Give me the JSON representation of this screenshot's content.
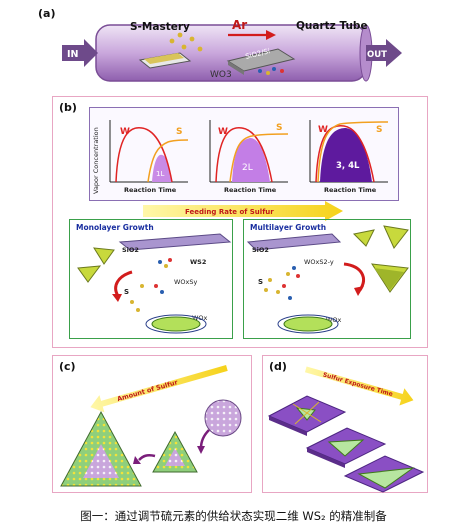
{
  "panel_a": {
    "label": "(a)",
    "source": "S-Mastery",
    "gas": "Ar",
    "substrate": "SiO2/Si",
    "precursor": "WO3",
    "tube": "Quartz Tube",
    "inlet": "IN",
    "outlet": "OUT"
  },
  "panel_b": {
    "label": "(b)",
    "y_axis_label": "Vapor Concentration",
    "x_axis_label": "Reaction Time",
    "curve_w": "W",
    "curve_s": "S",
    "layer_labels": [
      "1L",
      "2L",
      "3, 4L"
    ],
    "feeding_rate": "Feeding Rate of Sulfur",
    "monolayer_title": "Monolayer Growth",
    "multilayer_title": "Multilayer Growth",
    "mono_labels": {
      "sio2": "SiO2",
      "ws2": "WS2",
      "wosx": "WOxSy",
      "s": "S",
      "wox": "WOx"
    },
    "multi_labels": {
      "sio2": "SiO2",
      "wosx": "WOxS2-y",
      "s": "S",
      "wox": "WOx"
    }
  },
  "panel_c": {
    "label": "(c)",
    "arrow_text": "Amount of Sulfur"
  },
  "panel_d": {
    "label": "(d)",
    "arrow_text": "Sulfur Exposure Time"
  },
  "caption": "图一：通过调节硫元素的供给状态实现二维 WS₂ 的精准制备"
}
